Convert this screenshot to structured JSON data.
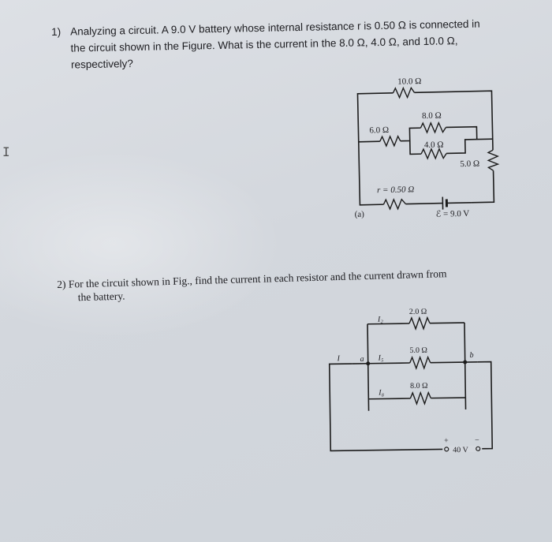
{
  "q1": {
    "number": "1)",
    "lines": [
      "Analyzing a circuit. A 9.0 V battery whose internal resistance r is 0.50 Ω is connected in",
      "the circuit shown in the Figure. What is the current in the 8.0 Ω, 4.0 Ω, and 10.0 Ω,",
      "respectively?"
    ],
    "figure": {
      "r10": "10.0 Ω",
      "r8": "8.0 Ω",
      "r6": "6.0 Ω",
      "r4": "4.0 Ω",
      "r5": "5.0 Ω",
      "rint": "r = 0.50 Ω",
      "emf": "ℰ = 9.0 V",
      "part": "(a)"
    }
  },
  "q2": {
    "line1": "2) For the circuit shown in Fig., find the current in each resistor and the current drawn from",
    "line2": "the battery.",
    "figure": {
      "r2": "2.0 Ω",
      "r5": "5.0 Ω",
      "r8": "8.0 Ω",
      "i2": "I₂",
      "i5": "I₅",
      "i8": "I₈",
      "i": "I",
      "node_a": "a",
      "node_b": "b",
      "battery": "40 V",
      "plus": "+",
      "minus": "−"
    }
  },
  "cursor_glyph": "I"
}
